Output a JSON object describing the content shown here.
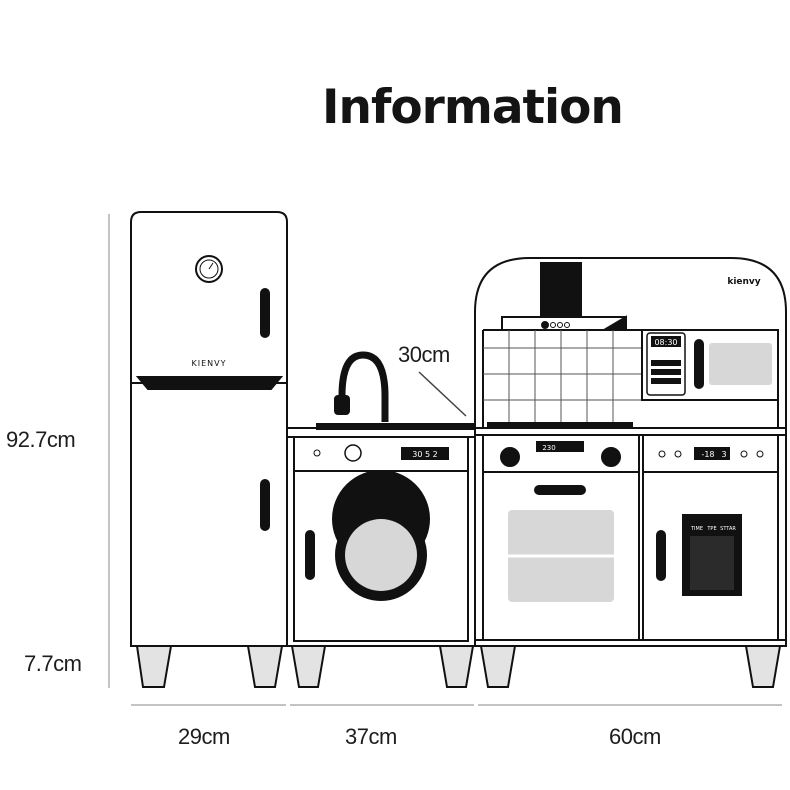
{
  "title": "Information",
  "brand": {
    "fridge": "KIENVY",
    "kitchen": "kienvy"
  },
  "dimensions": {
    "total_height": "92.7cm",
    "leg_height": "7.7cm",
    "fridge_width": "29cm",
    "washer_width": "37cm",
    "kitchen_width": "60cm",
    "sink_gap": "30cm"
  },
  "displays": {
    "microwave_time": "08:30",
    "washer_display": "30 5 2",
    "stove_display": "230",
    "oven_display": "-18",
    "oven_display_extra": "3",
    "oven_screen_labels": [
      "TIME",
      "TPE",
      "STTAR"
    ]
  },
  "colors": {
    "stroke": "#111111",
    "fill_white": "#ffffff",
    "fill_grey": "#d7d7d7",
    "leg_grey": "#e3e3e3"
  }
}
